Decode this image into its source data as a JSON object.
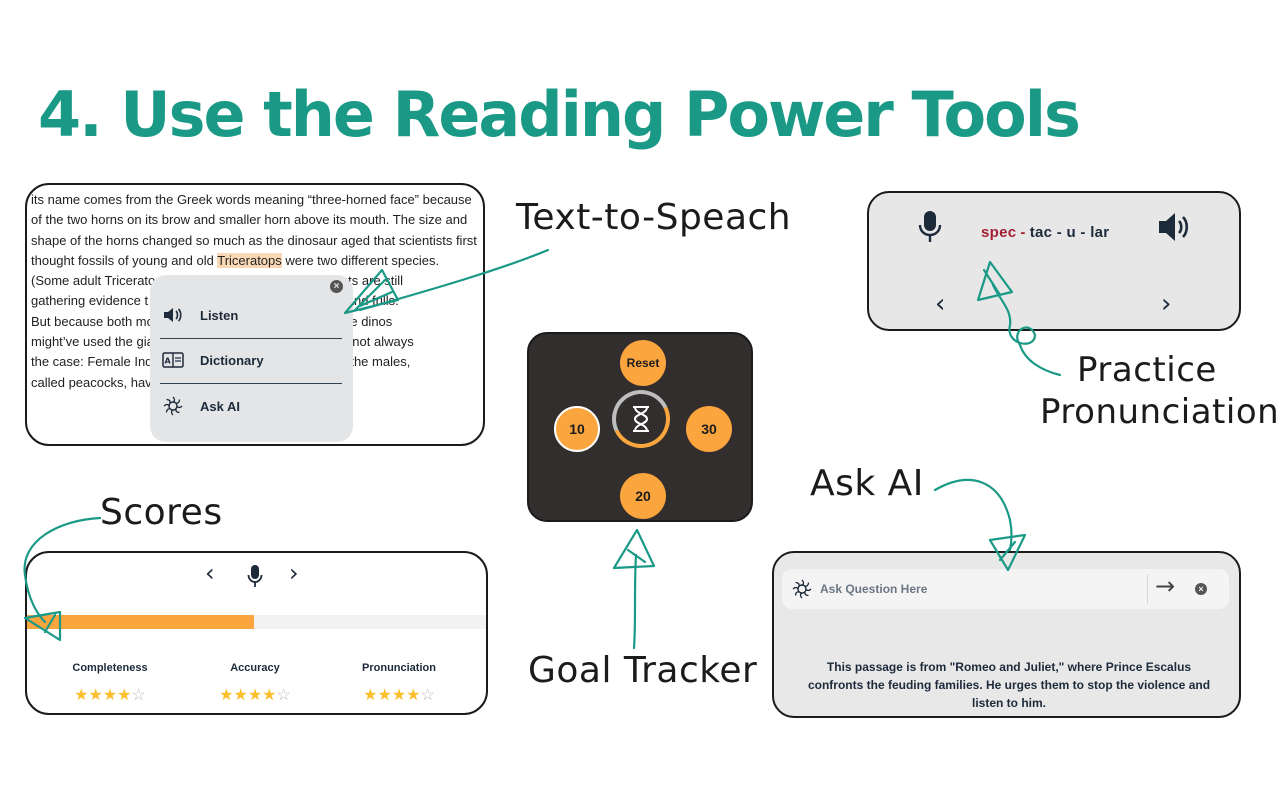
{
  "title": "4. Use the Reading Power Tools",
  "annotations": {
    "text_to_speech": "Text-to-Speach",
    "practice_line1": "Practice",
    "practice_line2": "Pronunciation",
    "ask_ai": "Ask AI",
    "scores": "Scores",
    "goal_tracker": "Goal Tracker"
  },
  "reading": {
    "lines": [
      "its name comes from the Greek words meaning “three-horned face” because",
      "of the two horns on its brow and smaller horn above its mouth. The size and",
      "shape of the horns changed so much as the dinosaur aged that scientists first"
    ],
    "line4_pre": "thought fossils of young and old ",
    "line4_highlight": "Triceratops",
    "line4_post": " were two different species.",
    "lines_after": [
      "(Some adult Tricerato                                       ontologists are still",
      "gathering evidence t                                        rolonged and frills.",
      "But because both mo                                         inking the dinos",
      "might’ve used the gia                                      er. (That’s not always",
      "the case: Female Ind                                        wn while the males,",
      "called peacocks, hav                                       thers."
    ]
  },
  "popup": {
    "items": [
      {
        "label": "Listen",
        "icon": "speaker-icon"
      },
      {
        "label": "Dictionary",
        "icon": "dictionary-icon"
      },
      {
        "label": "Ask AI",
        "icon": "ai-icon"
      }
    ],
    "close": "×"
  },
  "pronunciation": {
    "syllable_1": "spec",
    "dash": "-",
    "rest": "tac - u - lar",
    "prev": "‹",
    "next": "›"
  },
  "goal_tracker": {
    "reset_label": "Reset",
    "options": [
      "10",
      "20",
      "30"
    ],
    "selected": "10",
    "center_icon": "⧗"
  },
  "scores": {
    "prev": "‹",
    "next": "›",
    "progress": 0.49,
    "metrics": [
      {
        "label": "Completeness",
        "stars": 4,
        "max": 5
      },
      {
        "label": "Accuracy",
        "stars": 4,
        "max": 5
      },
      {
        "label": "Pronunciation",
        "stars": 4,
        "max": 5
      }
    ]
  },
  "ask_ai": {
    "placeholder": "Ask Question Here",
    "send": "→",
    "close": "×",
    "answer": "This passage is from \"Romeo and Juliet,\" where Prince Escalus confronts the feuding families. He urges them to stop the violence and listen to him."
  },
  "colors": {
    "accent": "#1a9a86",
    "orange": "#fba53f",
    "dark": "#322e2d",
    "syllable_red": "#a32033"
  }
}
